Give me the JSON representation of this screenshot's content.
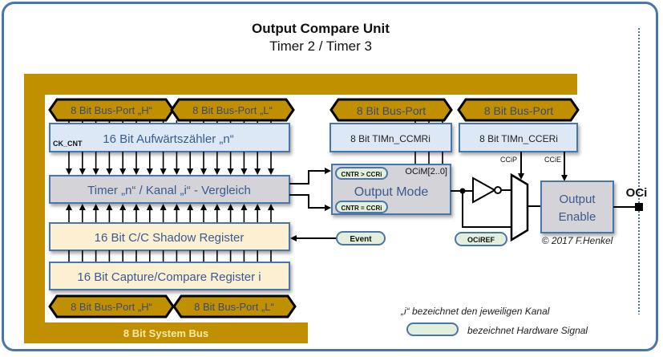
{
  "title": "Output Compare Unit",
  "subtitle": "Timer 2 / Timer 3",
  "colors": {
    "border": "#4a76a8",
    "bus_gold": "#c09000",
    "block_blue": "#dce8f6",
    "block_gray": "#d4d4d8",
    "block_cream": "#fdf0d2",
    "signal_fill": "#e2efdc",
    "text_blue": "#3a5a90"
  },
  "bus_ports": {
    "top_h": "8 Bit Bus-Port „H“",
    "top_l": "8 Bit Bus-Port „L“",
    "bottom_h": "8 Bit Bus-Port „H“",
    "bottom_l": "8 Bit Bus-Port „L“",
    "ccmr_port": "8 Bit Bus-Port",
    "ccer_port": "8 Bit Bus-Port"
  },
  "blocks": {
    "counter": "16 Bit Aufwärtszähler „n“",
    "counter_clock": "CK_CNT",
    "compare": "Timer „n“ / Kanal „i“ - Vergleich",
    "shadow": "16 Bit C/C Shadow Register",
    "ccr": "16 Bit Capture/Compare Register i",
    "ccmr": "8 Bit TIMn_CCMRi",
    "ccer": "8 Bit TIMn_CCERi",
    "output_mode": "Output Mode",
    "ocim": "OCiM[2..0]",
    "output_enable_line1": "Output",
    "output_enable_line2": "Enable"
  },
  "signals": {
    "gt": "CNTR > CCRi",
    "eq": "CNTR = CCRi",
    "event": "Event",
    "ocref": "OCiREF",
    "ccip": "CCiP",
    "ccie": "CCiE",
    "output_pin": "OCi"
  },
  "system_bus": "8 Bit System Bus",
  "copyright": "© 2017 F.Henkel",
  "legend": {
    "channel_note": "„i“ bezeichnet den jeweiligen Kanal",
    "signal_note": "bezeichnet Hardware Signal"
  }
}
